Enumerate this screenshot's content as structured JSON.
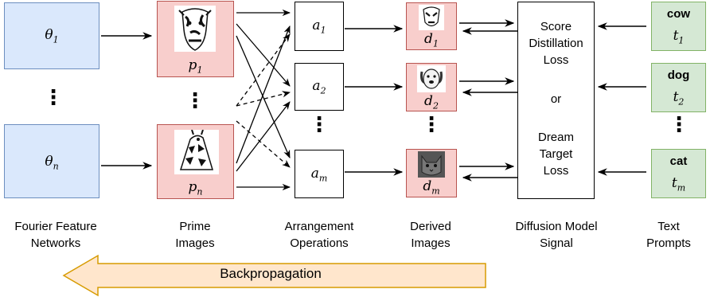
{
  "fourier": {
    "theta_1": "θ",
    "theta_1_sub": "1",
    "theta_n": "θ",
    "theta_n_sub": "n"
  },
  "prime": {
    "p1": "p",
    "p1_sub": "1",
    "pn": "p",
    "pn_sub": "n"
  },
  "arrangement": {
    "a1": "a",
    "a1_sub": "1",
    "a2": "a",
    "a2_sub": "2",
    "am": "a",
    "am_sub": "m"
  },
  "derived": {
    "d1": "d",
    "d1_sub": "1",
    "d2": "d",
    "d2_sub": "2",
    "dm": "d",
    "dm_sub": "m"
  },
  "signal_box": {
    "line1": "Score",
    "line2": "Distillation",
    "line3": "Loss",
    "line4": "or",
    "line5": "Dream",
    "line6": "Target",
    "line7": "Loss"
  },
  "prompts": {
    "t1_word": "cow",
    "t1": "t",
    "t1_sub": "1",
    "t2_word": "dog",
    "t2": "t",
    "t2_sub": "2",
    "tm_word": "cat",
    "tm": "t",
    "tm_sub": "m"
  },
  "labels": {
    "fourier_1": "Fourier Feature",
    "fourier_2": "Networks",
    "prime_1": "Prime",
    "prime_2": "Images",
    "arr_1": "Arrangement",
    "arr_2": "Operations",
    "der_1": "Derived",
    "der_2": "Images",
    "sig_1": "Diffusion Model",
    "sig_2": "Signal",
    "txt_1": "Text",
    "txt_2": "Prompts"
  },
  "backprop": "Backpropagation",
  "ellipsis": "⋮",
  "colors": {
    "blue_fill": "#dae8fc",
    "blue_border": "#6c8ebf",
    "red_fill": "#f8cecc",
    "red_border": "#b85450",
    "green_fill": "#d5e8d4",
    "green_border": "#82b366",
    "arrow_fill": "#ffe6cc",
    "arrow_border": "#d79b00"
  }
}
